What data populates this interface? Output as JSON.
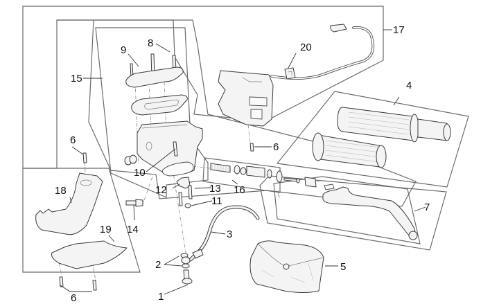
{
  "diagram": {
    "type": "exploded-parts-diagram",
    "subject": "Handlebar brake master cylinder, lever, grips and switch assembly",
    "callouts": [
      {
        "id": "c1",
        "label": "1",
        "part": "banjo-bolt"
      },
      {
        "id": "c2",
        "label": "2",
        "part": "sealing-washers"
      },
      {
        "id": "c3",
        "label": "3",
        "part": "brake-hose"
      },
      {
        "id": "c4",
        "label": "4",
        "part": "handlebar-grips"
      },
      {
        "id": "c5",
        "label": "5",
        "part": "protective-cover"
      },
      {
        "id": "c6a",
        "label": "6",
        "part": "screw"
      },
      {
        "id": "c6b",
        "label": "6",
        "part": "screw"
      },
      {
        "id": "c6c",
        "label": "6",
        "part": "screws"
      },
      {
        "id": "c7",
        "label": "7",
        "part": "brake-lever"
      },
      {
        "id": "c8",
        "label": "8",
        "part": "reservoir-cap-screws"
      },
      {
        "id": "c9",
        "label": "9",
        "part": "reservoir-cap"
      },
      {
        "id": "c10",
        "label": "10",
        "part": "clamp-screw"
      },
      {
        "id": "c11",
        "label": "11",
        "part": "nut"
      },
      {
        "id": "c12",
        "label": "12",
        "part": "handlebar-clamp"
      },
      {
        "id": "c13",
        "label": "13",
        "part": "clamp-screw"
      },
      {
        "id": "c14",
        "label": "14",
        "part": "brake-light-switch"
      },
      {
        "id": "c15",
        "label": "15",
        "part": "master-cylinder-assembly"
      },
      {
        "id": "c16",
        "label": "16",
        "part": "piston-kit"
      },
      {
        "id": "c17",
        "label": "17",
        "part": "switch-housing-assembly"
      },
      {
        "id": "c18",
        "label": "18",
        "part": "upper-cover"
      },
      {
        "id": "c19",
        "label": "19",
        "part": "lower-cover"
      },
      {
        "id": "c20",
        "label": "20",
        "part": "switch-button"
      }
    ]
  }
}
